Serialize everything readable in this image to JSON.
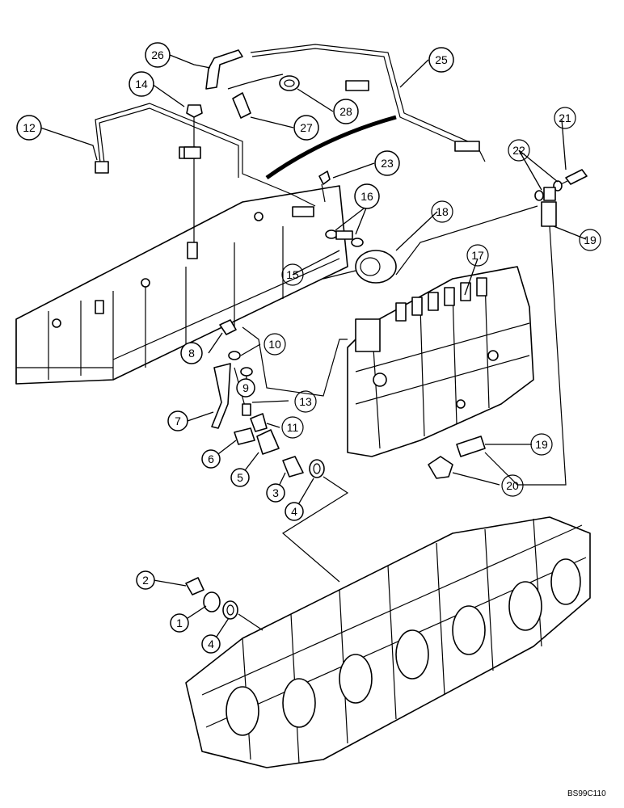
{
  "callouts": {
    "c1": "1",
    "c2": "2",
    "c3": "3",
    "c4a": "4",
    "c4b": "4",
    "c5": "5",
    "c6": "6",
    "c7": "7",
    "c8": "8",
    "c9": "9",
    "c10": "10",
    "c11": "11",
    "c12": "12",
    "c13": "13",
    "c14": "14",
    "c15": "15",
    "c16": "16",
    "c17": "17",
    "c18": "18",
    "c19a": "19",
    "c19b": "19",
    "c20": "20",
    "c21": "21",
    "c22": "22",
    "c23": "23",
    "c25": "25",
    "c26": "26",
    "c27": "27",
    "c28": "28"
  },
  "ref_code": "BS99C110"
}
